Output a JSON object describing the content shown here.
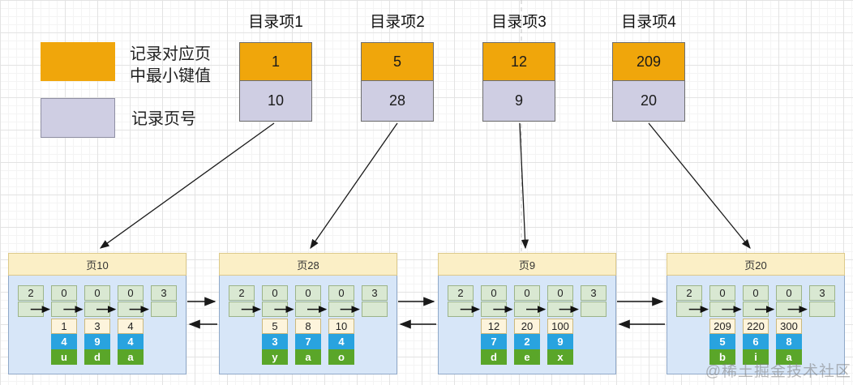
{
  "legend": {
    "min_key_line1": "记录对应页",
    "min_key_line2": "中最小键值",
    "page_no_label": "记录页号"
  },
  "directory_entries": [
    {
      "label": "目录项1",
      "min_key": "1",
      "page_no": "10"
    },
    {
      "label": "目录项2",
      "min_key": "5",
      "page_no": "28"
    },
    {
      "label": "目录项3",
      "min_key": "12",
      "page_no": "9"
    },
    {
      "label": "目录项4",
      "min_key": "209",
      "page_no": "20"
    }
  ],
  "pages": [
    {
      "title": "页10",
      "slots": [
        "2",
        "0",
        "0",
        "0",
        "3"
      ],
      "records": [
        {
          "key": "1",
          "c2": "4",
          "c3": "u"
        },
        {
          "key": "3",
          "c2": "9",
          "c3": "d"
        },
        {
          "key": "4",
          "c2": "4",
          "c3": "a"
        }
      ]
    },
    {
      "title": "页28",
      "slots": [
        "2",
        "0",
        "0",
        "0",
        "3"
      ],
      "records": [
        {
          "key": "5",
          "c2": "3",
          "c3": "y"
        },
        {
          "key": "8",
          "c2": "7",
          "c3": "a"
        },
        {
          "key": "10",
          "c2": "4",
          "c3": "o"
        }
      ]
    },
    {
      "title": "页9",
      "slots": [
        "2",
        "0",
        "0",
        "0",
        "3"
      ],
      "records": [
        {
          "key": "12",
          "c2": "7",
          "c3": "d"
        },
        {
          "key": "20",
          "c2": "2",
          "c3": "e"
        },
        {
          "key": "100",
          "c2": "9",
          "c3": "x"
        }
      ]
    },
    {
      "title": "页20",
      "slots": [
        "2",
        "0",
        "0",
        "0",
        "3"
      ],
      "records": [
        {
          "key": "209",
          "c2": "5",
          "c3": "b"
        },
        {
          "key": "220",
          "c2": "6",
          "c3": "i"
        },
        {
          "key": "300",
          "c2": "8",
          "c3": "a"
        }
      ]
    }
  ],
  "watermark": "@稀土掘金技术社区",
  "colors": {
    "min_key_fill": "#F0A60B",
    "page_no_fill": "#CFCEE3",
    "page_header_fill": "#FBEFC6",
    "page_body_fill": "#D7E6F8",
    "slot_fill": "#D9E8D2",
    "record_key_fill": "#FDF4DC",
    "record_blue_fill": "#29A3DF",
    "record_green_fill": "#5AA629"
  }
}
